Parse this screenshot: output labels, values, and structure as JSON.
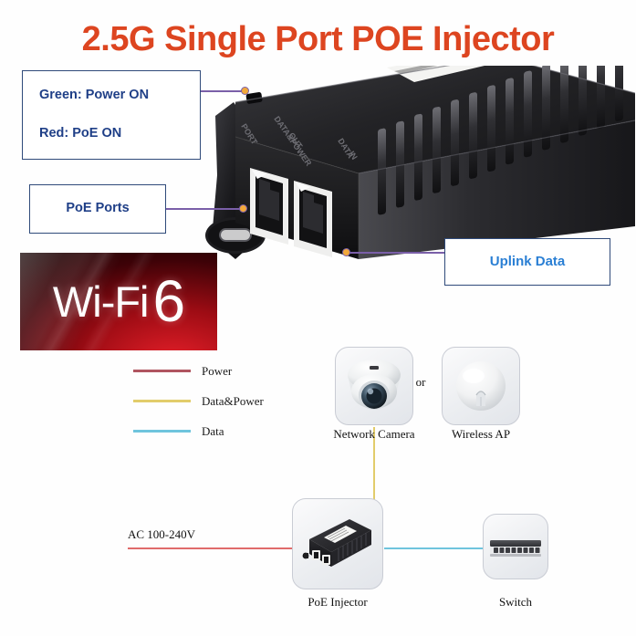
{
  "page": {
    "title": "2.5G Single Port POE Injector",
    "title_color": "#dd4520",
    "background": "#ffffff"
  },
  "callouts": [
    {
      "id": "led-status",
      "lines": [
        "Green:  Power ON",
        "Red:  PoE ON"
      ],
      "text_color": "#1f3f87",
      "border_color": "#2f4a7a"
    },
    {
      "id": "poe-ports",
      "lines": [
        "PoE Ports"
      ],
      "text_color": "#1f3f87",
      "border_color": "#2f4a7a"
    },
    {
      "id": "uplink-data",
      "lines": [
        "Uplink Data"
      ],
      "text_color": "#2a7fd4",
      "border_color": "#2f4a7a"
    }
  ],
  "leader_line_color": "#7a5fa8",
  "leader_dot_color": "#f2a93b",
  "product_photo": {
    "name": "poe-injector-product-photo",
    "case_color": "#1b1b1d",
    "printed_labels": [
      "PORT",
      "DATA&POWER OUT",
      "DATA IN"
    ],
    "port_count": 2,
    "has_mounting_bracket": true,
    "has_heatsink_fins": true,
    "has_top_sticker": true
  },
  "wifi6_logo": {
    "text": "Wi-Fi",
    "numeral": "6",
    "text_color": "#ffffff",
    "background_from": "#e8202a",
    "background_to": "#110000"
  },
  "legend": {
    "items": [
      {
        "label": "Power",
        "color": "#b05560"
      },
      {
        "label": "Data&Power",
        "color": "#e2cc6b"
      },
      {
        "label": "Data",
        "color": "#6fc4dd"
      }
    ]
  },
  "topology": {
    "ac_input_label": "AC 100-240V",
    "or_label": "or",
    "devices": [
      {
        "id": "network-camera",
        "label": "Network Camera",
        "icon": "dome-camera-icon"
      },
      {
        "id": "wireless-ap",
        "label": "Wireless AP",
        "icon": "wireless-ap-dome-icon"
      },
      {
        "id": "poe-injector",
        "label": "PoE Injector",
        "icon": "poe-injector-icon"
      },
      {
        "id": "switch",
        "label": "Switch",
        "icon": "network-switch-icon"
      }
    ],
    "connections": [
      {
        "from": "network-camera",
        "to": "poe-injector",
        "type": "Data&Power",
        "color": "#e2cc6b"
      },
      {
        "from": "ac-mains",
        "to": "poe-injector",
        "type": "Power",
        "color": "#e06b6b"
      },
      {
        "from": "poe-injector",
        "to": "switch",
        "type": "Data",
        "color": "#6fc4dd"
      }
    ]
  }
}
